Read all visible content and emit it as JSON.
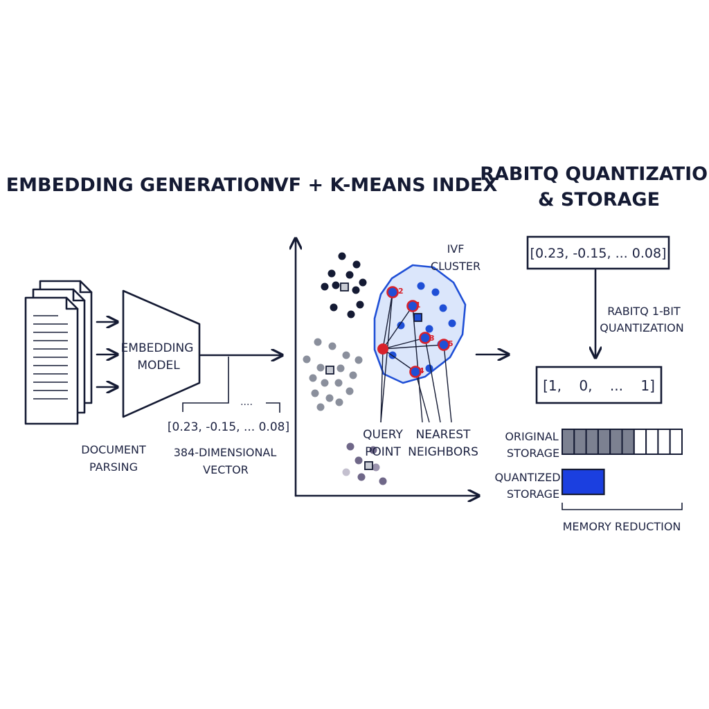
{
  "panels": {
    "embedding": {
      "title": "EMBEDDING GENERATION",
      "model_label_line1": "EMBEDDING",
      "model_label_line2": "MODEL",
      "doc_label_line1": "DOCUMENT",
      "doc_label_line2": "PARSING",
      "vector_ellipsis": "....",
      "vector_text": "[0.23, -0.15, ... 0.08]",
      "vector_caption_line1": "384-DIMENSIONAL",
      "vector_caption_line2": "VECTOR"
    },
    "index": {
      "title": "IVF + K-MEANS INDEX",
      "cluster_label_line1": "IVF",
      "cluster_label_line2": "CLUSTER",
      "query_label_line1": "QUERY",
      "query_label_line2": "POINT",
      "neighbors_label_line1": "NEAREST",
      "neighbors_label_line2": "NEIGHBORS",
      "neighbor_numbers": [
        "1",
        "2",
        "3",
        "4",
        "5"
      ]
    },
    "quantization": {
      "title_line1": "RABITQ QUANTIZATION",
      "title_line2": "& STORAGE",
      "float_vector": "[0.23, -0.15, ... 0.08]",
      "step_label_line1": "RABITQ 1-BIT",
      "step_label_line2": "QUANTIZATION",
      "bit_vector": "[1,    0,    ...    1]",
      "original_line1": "ORIGINAL",
      "original_line2": "STORAGE",
      "quantized_line1": "QUANTIZED",
      "quantized_line2": "STORAGE",
      "reduction_label": "MEMORY REDUCTION"
    }
  },
  "storage": {
    "original_cells_filled": 6,
    "original_cells_total": 10,
    "quantized_fraction_of_original": 0.35
  },
  "colors": {
    "ink": "#141a33",
    "query_red": "#d8202a",
    "cluster_blue": "#1f4fd6",
    "cluster_fill": "#dbe6fb",
    "gray_cluster": "#8a8f9c",
    "purple_cluster": "#6f6788",
    "storage_gray": "#7c8191",
    "quantized_blue": "#1b3fe0"
  }
}
